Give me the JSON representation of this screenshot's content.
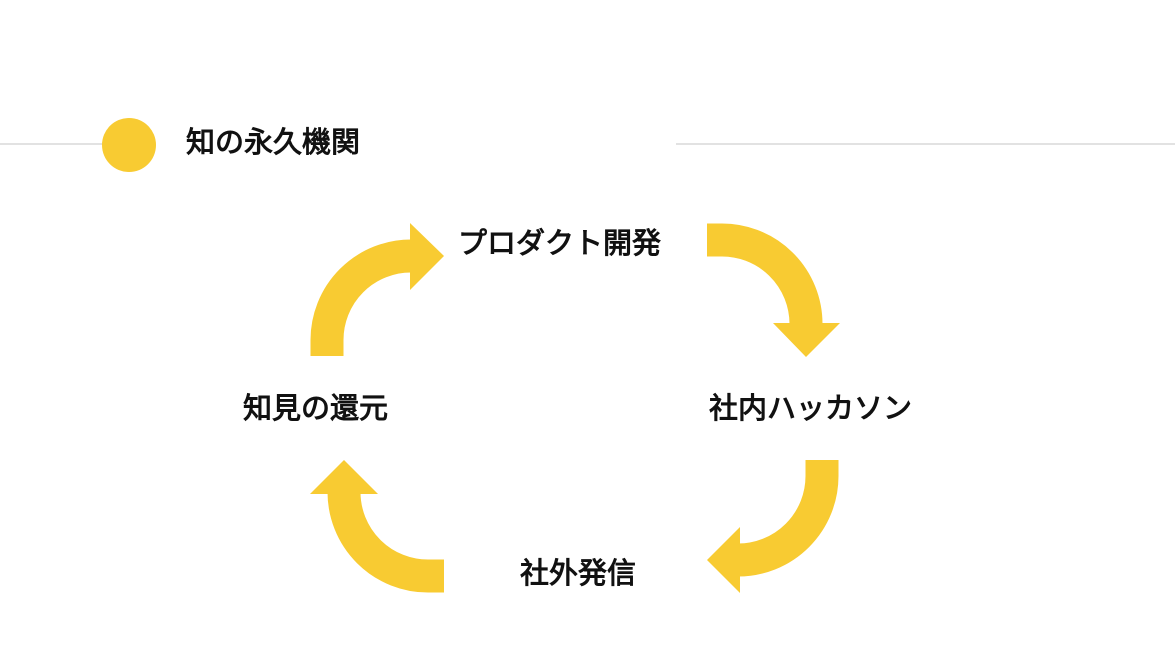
{
  "header": {
    "title": "知の永久機関"
  },
  "colors": {
    "accent": "#f8cb32",
    "divider": "#e2e2e2"
  },
  "cycle": {
    "nodes": [
      {
        "label": "プロダクト開発"
      },
      {
        "label": "社内ハッカソン"
      },
      {
        "label": "社外発信"
      },
      {
        "label": "知見の還元"
      }
    ]
  }
}
